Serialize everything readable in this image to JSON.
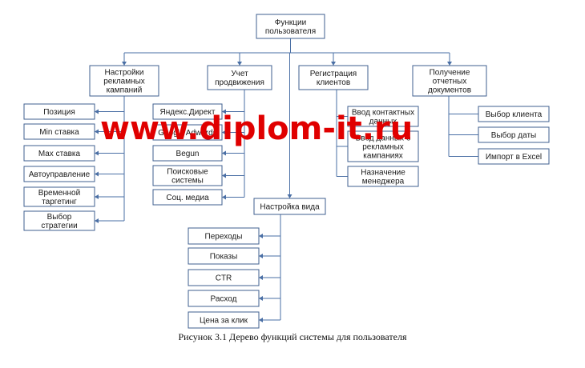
{
  "root": {
    "lines": [
      "Функции",
      "пользователя"
    ]
  },
  "branches": [
    {
      "id": "settings",
      "lines": [
        "Настройки",
        "рекламных",
        "кампаний"
      ],
      "children": [
        {
          "lines": [
            "Позиция"
          ]
        },
        {
          "lines": [
            "Min ставка"
          ]
        },
        {
          "lines": [
            "Max ставка"
          ]
        },
        {
          "lines": [
            "Автоуправление"
          ]
        },
        {
          "lines": [
            "Временной",
            "таргетинг"
          ]
        },
        {
          "lines": [
            "Выбор",
            "стратегии"
          ]
        }
      ]
    },
    {
      "id": "tracking",
      "lines": [
        "Учет",
        "продвижения"
      ],
      "children": [
        {
          "lines": [
            "Яндекс.Директ"
          ]
        },
        {
          "lines": [
            "Google Adwords"
          ]
        },
        {
          "lines": [
            "Begun"
          ]
        },
        {
          "lines": [
            "Поисковые",
            "системы"
          ]
        },
        {
          "lines": [
            "Соц. медиа"
          ]
        }
      ]
    },
    {
      "id": "registration",
      "lines": [
        "Регистрация",
        "клиентов"
      ],
      "children": [
        {
          "lines": [
            "Ввод контактных",
            "данных"
          ]
        },
        {
          "lines": [
            "Ввод данных о",
            "рекламных",
            "кампаниях"
          ]
        },
        {
          "lines": [
            "Назначение",
            "менеджера"
          ]
        }
      ]
    },
    {
      "id": "reports",
      "lines": [
        "Получение",
        "отчетных",
        "документов"
      ],
      "children": [
        {
          "lines": [
            "Выбор клиента"
          ]
        },
        {
          "lines": [
            "Выбор даты"
          ]
        },
        {
          "lines": [
            "Импорт в Excel"
          ]
        }
      ]
    },
    {
      "id": "view",
      "lines": [
        "Настройка вида"
      ],
      "children": [
        {
          "lines": [
            "Переходы"
          ]
        },
        {
          "lines": [
            "Показы"
          ]
        },
        {
          "lines": [
            "CTR"
          ]
        },
        {
          "lines": [
            "Расход"
          ]
        },
        {
          "lines": [
            "Цена за клик"
          ]
        }
      ]
    }
  ],
  "watermark": "www.diplom-it.ru",
  "caption": "Рисунок 3.1 Дерево функций системы для пользователя",
  "colors": {
    "box_border": "#3f5f8f",
    "connector": "#4a6fa5",
    "watermark": "#e00000"
  }
}
